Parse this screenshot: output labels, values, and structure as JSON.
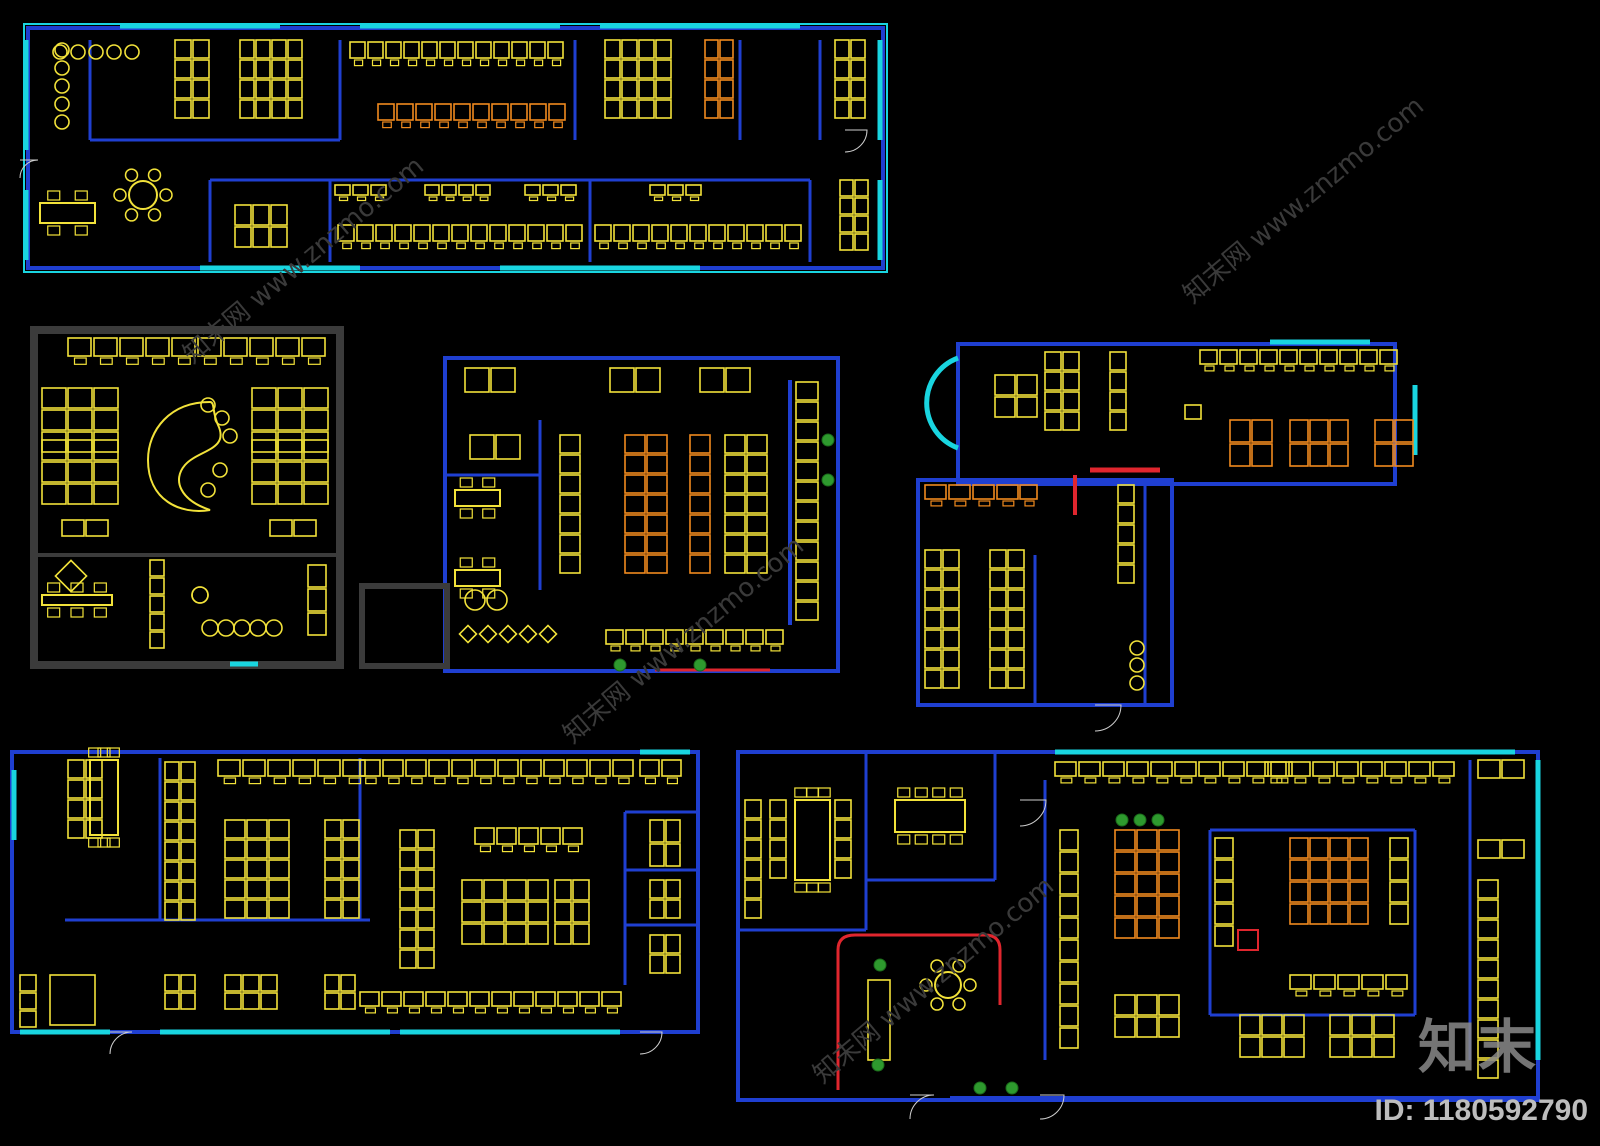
{
  "watermark": {
    "logo": "知末",
    "id_text": "ID: 1180592790",
    "diagonal": "知末网 www.znzmo.com"
  },
  "colors": {
    "wall_blue": "#1f3fd1",
    "window_cyan": "#19d5e0",
    "furniture_yellow": "#f2e23a",
    "furniture_orange": "#f08a1e",
    "accent_red": "#e0262e",
    "plant_green": "#2e9a2e",
    "gray_wall": "#3b3b3b",
    "background": "#000000"
  },
  "plans": [
    {
      "name": "plan-1"
    },
    {
      "name": "plan-2"
    },
    {
      "name": "plan-3"
    },
    {
      "name": "plan-4"
    },
    {
      "name": "plan-5"
    },
    {
      "name": "plan-6"
    }
  ]
}
